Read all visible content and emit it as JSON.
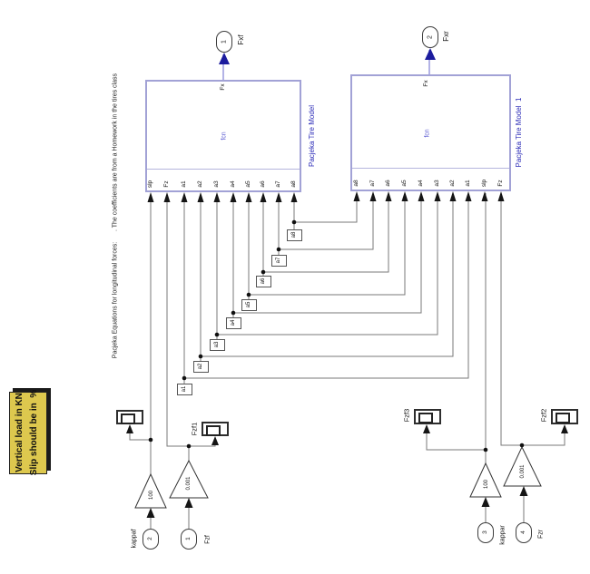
{
  "note": {
    "line1": "Vertical load in KN",
    "line2": "Slip should be in  %"
  },
  "annotations": {
    "coefficients": ". The coefficients are from a Homework in the tires class",
    "equations": "Pacjeka Equations for longitudinal forces:"
  },
  "blocks": {
    "front": {
      "name": "Pacjeka Tire Model",
      "fcn_label": "fcn",
      "out_label": "Fx",
      "ports": [
        "slp",
        "Fz",
        "a1",
        "a2",
        "a3",
        "a4",
        "a5",
        "a6",
        "a7",
        "a8"
      ]
    },
    "rear": {
      "name": "Pacjeka Tire Model  1",
      "fcn_label": "fcn",
      "out_label": "Fx",
      "ports": [
        "a8",
        "a7",
        "a6",
        "a5",
        "a4",
        "a3",
        "a2",
        "a1",
        "slp",
        "Fz"
      ]
    }
  },
  "outports": [
    {
      "number": "1",
      "label": "Fxf"
    },
    {
      "number": "2",
      "label": "Fxr"
    }
  ],
  "inports": [
    {
      "number": "2",
      "label": "kappaf"
    },
    {
      "number": "1",
      "label": "Fzf"
    },
    {
      "number": "3",
      "label": "kappar"
    },
    {
      "number": "4",
      "label": "Fzr"
    }
  ],
  "gains": [
    {
      "value": "100"
    },
    {
      "value": "0.001"
    },
    {
      "value": "100"
    },
    {
      "value": "0.001"
    }
  ],
  "scopes": [
    {
      "label": ""
    },
    {
      "label": "Fzf1"
    },
    {
      "label": "Fzf3"
    },
    {
      "label": "Fzf2"
    }
  ],
  "constants": [
    "a1",
    "a2",
    "a3",
    "a4",
    "a5",
    "a6",
    "a7",
    "a8"
  ],
  "colors": {
    "block_border": "#a2a2d6",
    "block_name_text": "#2d2db8",
    "fcn_text": "#5353cf",
    "signal_line": "#7a7a7a",
    "outport_line": "#9a9ade",
    "outport_arrow": "#1c1c9e",
    "note_fill": "#ddc84e"
  }
}
